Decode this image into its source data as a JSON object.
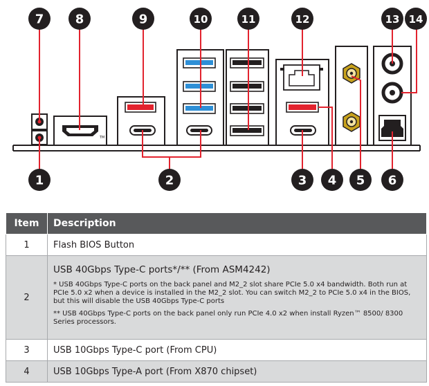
{
  "callouts": {
    "c1": "1",
    "c2": "2",
    "c3": "3",
    "c4": "4",
    "c5": "5",
    "c6": "6",
    "c7": "7",
    "c8": "8",
    "c9": "9",
    "c10": "10",
    "c11": "11",
    "c12": "12",
    "c13": "13",
    "c14": "14"
  },
  "panel": {
    "hdmi_mark": "TM"
  },
  "colors": {
    "callout": "#231f20",
    "leader": "#e2232e",
    "usb3_blue": "#2e8fd6",
    "usb_red": "#e2232e",
    "gold": "#c8a21c",
    "header_bg": "#58595b"
  },
  "table": {
    "headers": {
      "item": "Item",
      "description": "Description"
    },
    "rows": [
      {
        "item": "1",
        "description": "Flash BIOS Button"
      },
      {
        "item": "2",
        "description": "USB 40Gbps Type-C ports*/** (From ASM4242)",
        "note1": "* USB 40Gbps Type-C ports on the back panel and M2_2 slot share PCIe 5.0 x4 bandwidth. Both run at PCIe 5.0 x2 when a device is installed in the M2_2 slot. You can switch M2_2 to PCIe 5.0 x4 in the BIOS, but this will disable the USB 40Gbps Type-C ports",
        "note2": "** USB 40Gbps Type-C ports on the back panel only run PCIe 4.0 x2 when install Ryzen™ 8500/ 8300 Series processors."
      },
      {
        "item": "3",
        "description": "USB 10Gbps Type-C port (From CPU)"
      },
      {
        "item": "4",
        "description": "USB 10Gbps Type-A port (From X870 chipset)"
      }
    ]
  }
}
